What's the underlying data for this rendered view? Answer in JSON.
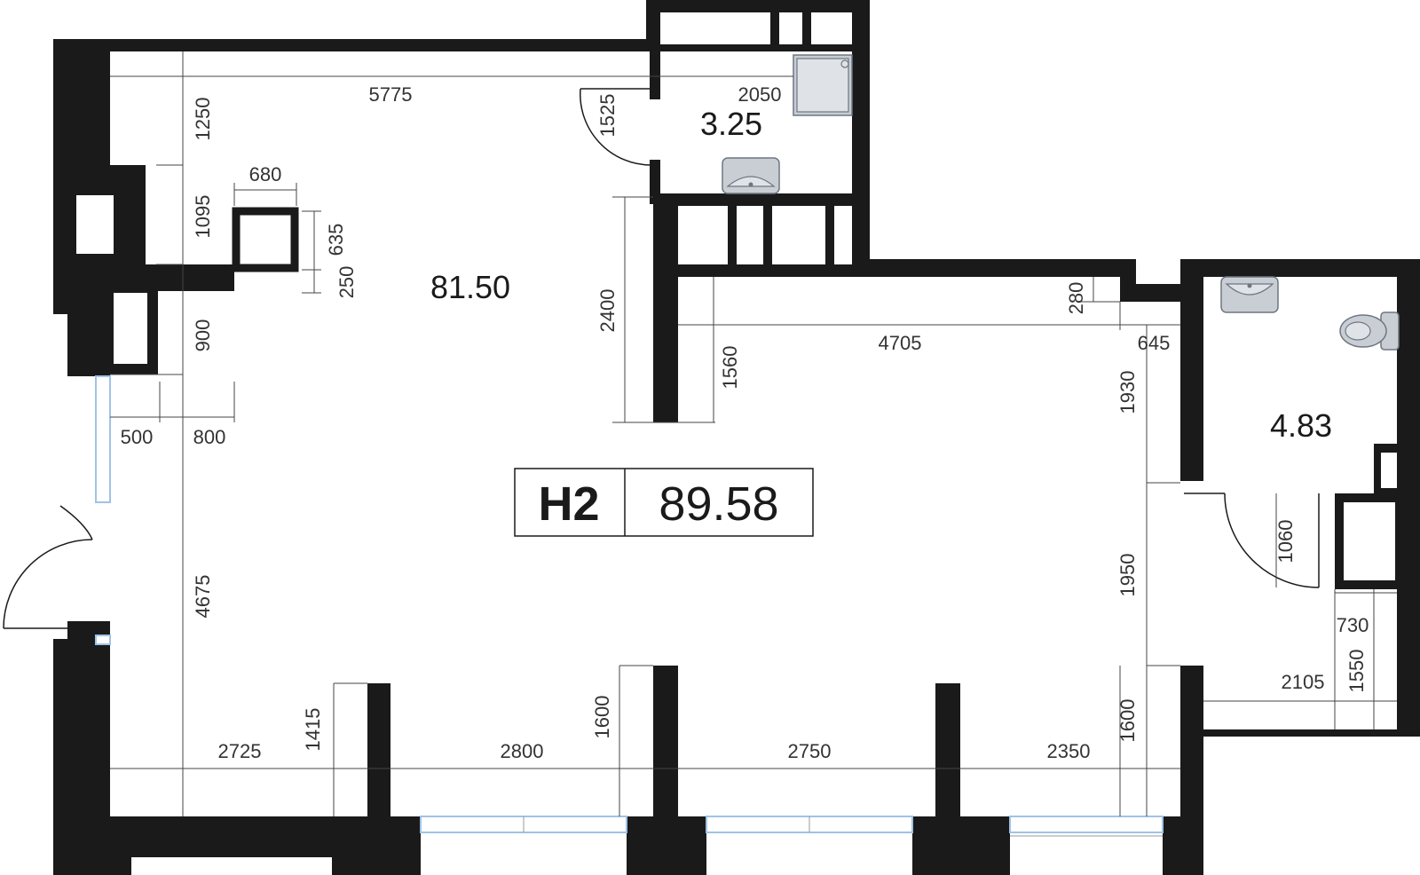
{
  "unit": {
    "code": "H2",
    "total_area": "89.58"
  },
  "rooms": {
    "main": "81.50",
    "bath_top": "3.25",
    "bath_right": "4.83"
  },
  "dimensions": {
    "d5775": "5775",
    "d2050": "2050",
    "d1525": "1525",
    "d1250": "1250",
    "d680": "680",
    "d1095": "1095",
    "d635": "635",
    "d250": "250",
    "d900": "900",
    "d500": "500",
    "d800": "800",
    "d2400": "2400",
    "d280": "280",
    "d4705": "4705",
    "d645": "645",
    "d1560": "1560",
    "d1930": "1930",
    "d4675": "4675",
    "d1950": "1950",
    "d1060": "1060",
    "d730": "730",
    "d2105": "2105",
    "d1550": "1550",
    "d1415": "1415",
    "d1600a": "1600",
    "d1600b": "1600",
    "d2725": "2725",
    "d2800": "2800",
    "d2750": "2750",
    "d2350": "2350"
  },
  "colors": {
    "wall": "#1a1a1a",
    "window": "#9fc3e6",
    "fixture": "#c9ced4"
  }
}
